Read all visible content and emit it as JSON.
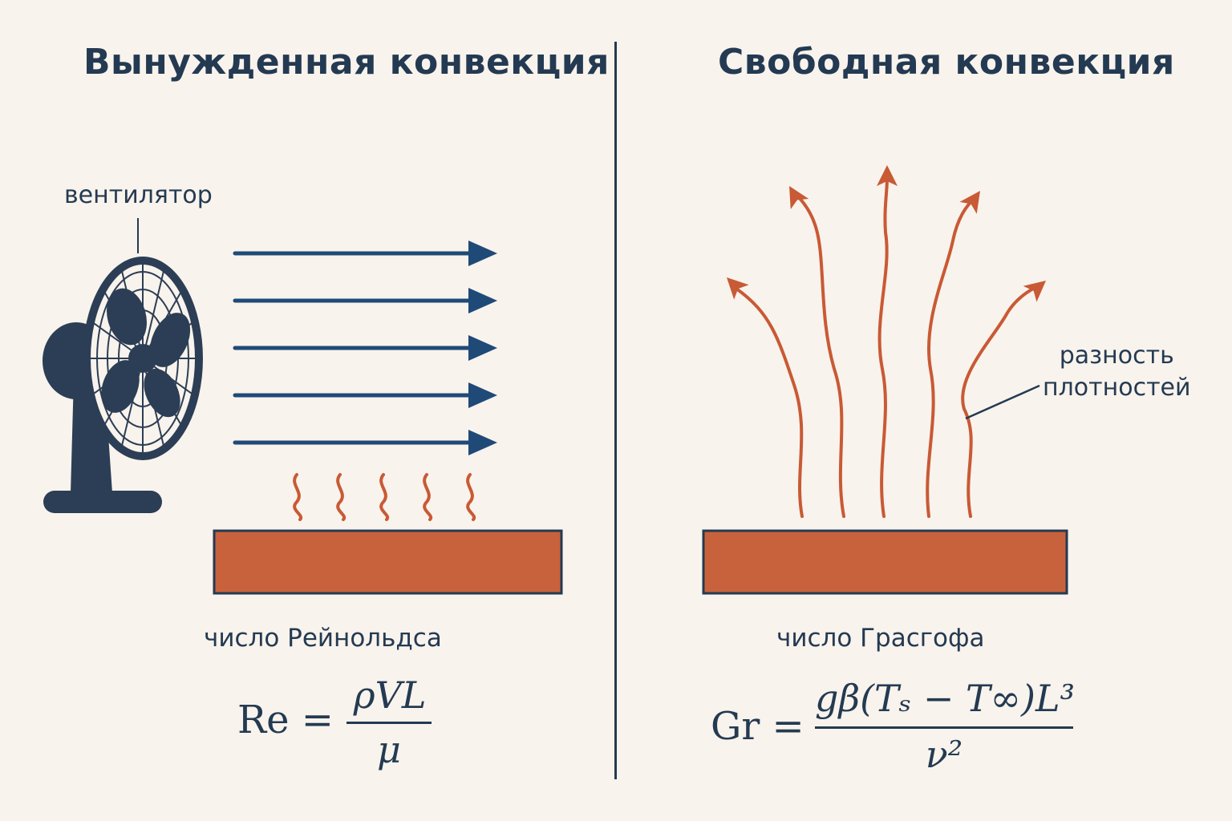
{
  "left_panel": {
    "title": "Вынужденная конвекция",
    "fan_label": "вентилятор",
    "number_label": "число Рейнольдса",
    "formula": {
      "lhs": "Re =",
      "numerator": "ρVL",
      "denominator": "μ"
    },
    "flow_arrow_count": 5,
    "heat_wave_count": 5
  },
  "right_panel": {
    "title": "Свободная конвекция",
    "density_label_line1": "разность",
    "density_label_line2": "плотностей",
    "number_label": "число Грасгофа",
    "formula": {
      "lhs": "Gr =",
      "numerator": "gβ(Tₛ − T∞)L³",
      "denominator": "ν²"
    },
    "plume_arrow_count": 5
  },
  "colors": {
    "background": "#f8f3ec",
    "navy": "#243a52",
    "flow_arrow": "#1f4a78",
    "heat_orange": "#c85a35",
    "plate_fill": "#c8623c"
  }
}
